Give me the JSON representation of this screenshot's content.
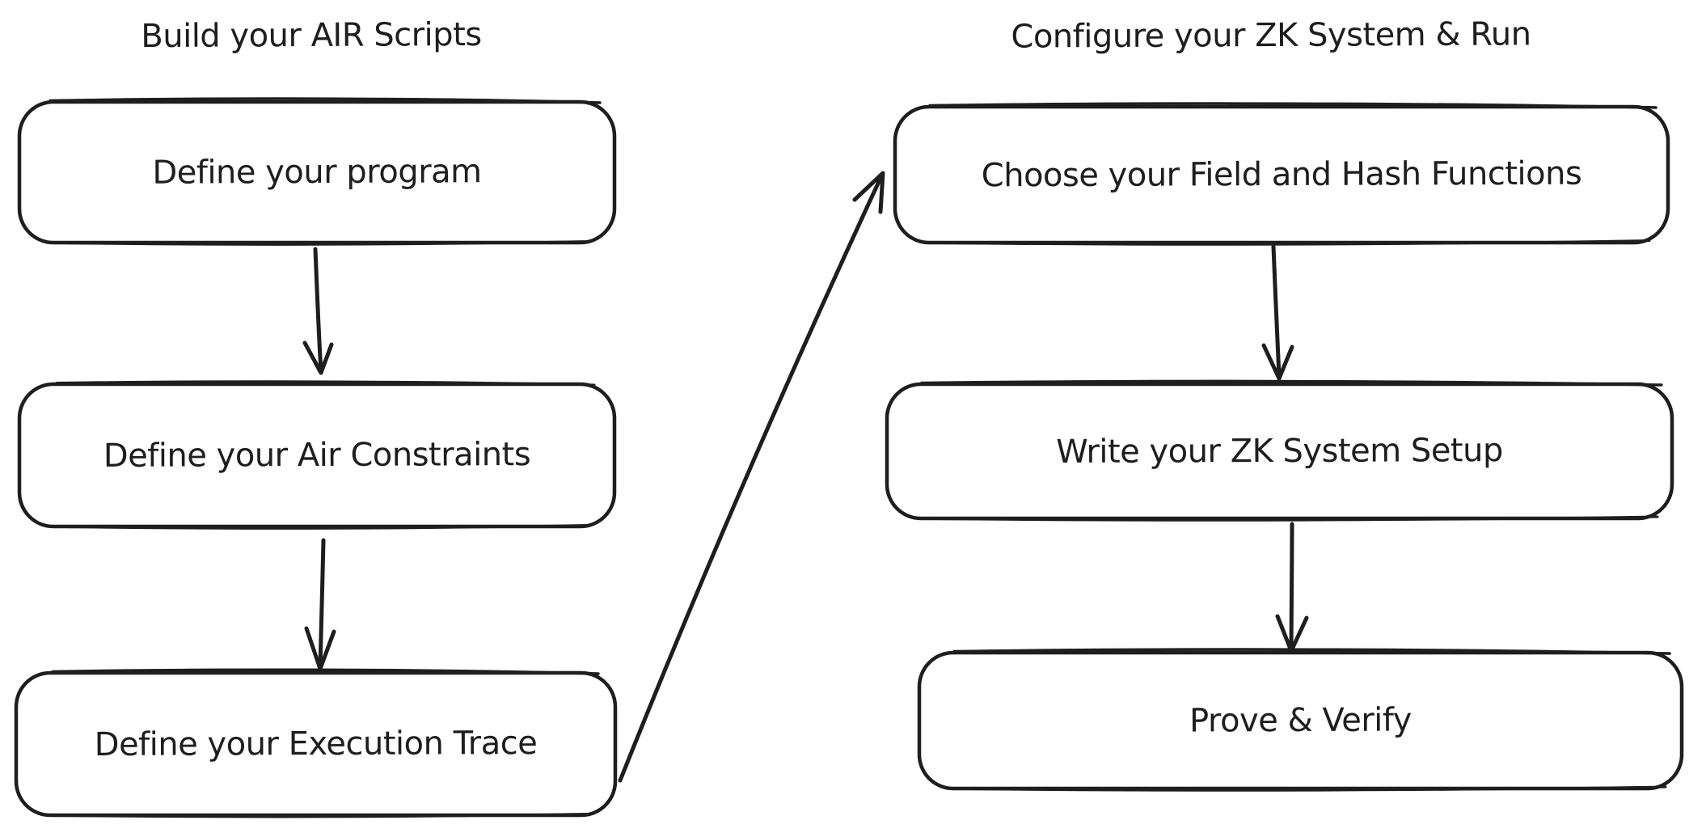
{
  "diagram": {
    "type": "flowchart",
    "style": "hand-drawn",
    "background_color": "#ffffff",
    "stroke_color": "#1e1e1e",
    "text_color": "#1e1e1e"
  },
  "left_column": {
    "title": "Build your AIR Scripts",
    "nodes": [
      {
        "label": "Define your program"
      },
      {
        "label": "Define your Air Constraints"
      },
      {
        "label": "Define your Execution Trace"
      }
    ]
  },
  "right_column": {
    "title": "Configure your ZK System & Run",
    "nodes": [
      {
        "label": "Choose your Field and Hash Functions"
      },
      {
        "label": "Write your ZK System Setup"
      },
      {
        "label": "Prove & Verify"
      }
    ]
  },
  "edges": [
    {
      "from": "Define your program",
      "to": "Define your Air Constraints",
      "direction": "down"
    },
    {
      "from": "Define your Air Constraints",
      "to": "Define your Execution Trace",
      "direction": "down"
    },
    {
      "from": "Define your Execution Trace",
      "to": "Choose your Field and Hash Functions",
      "direction": "diagonal-up-right"
    },
    {
      "from": "Choose your Field and Hash Functions",
      "to": "Write your ZK System Setup",
      "direction": "down"
    },
    {
      "from": "Write your ZK System Setup",
      "to": "Prove & Verify",
      "direction": "down"
    }
  ]
}
